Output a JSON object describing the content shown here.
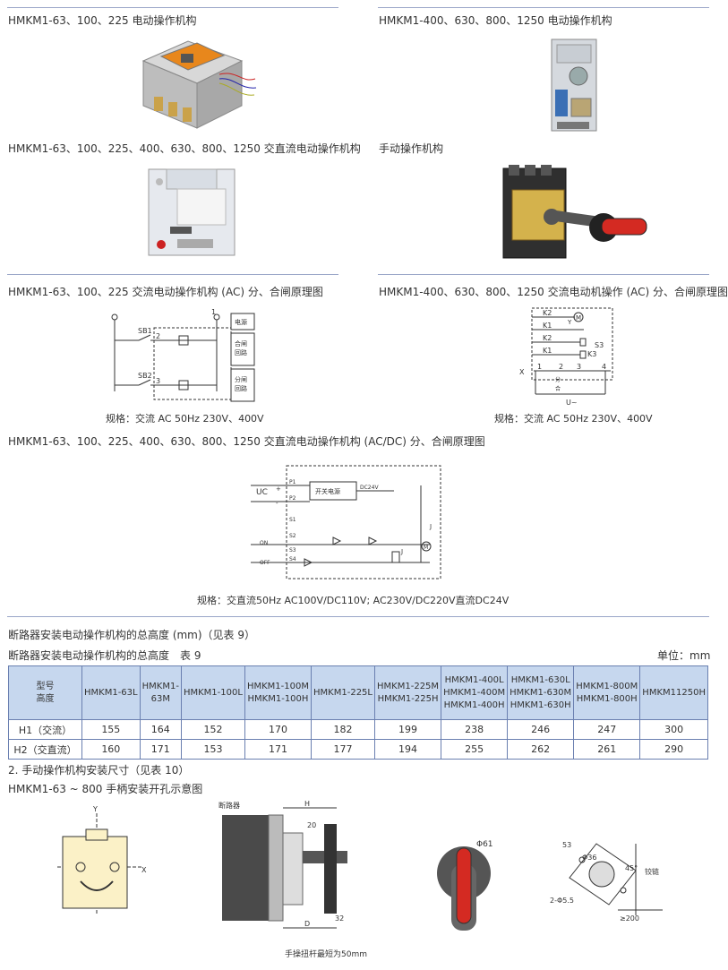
{
  "sections": {
    "s1_left_title": "HMKM1-63、100、225 电动操作机构",
    "s1_right_title": "HMKM1-400、630、800、1250 电动操作机构",
    "s2_left_title": "HMKM1-63、100、225、400、630、800、1250 交直流电动操作机构",
    "s2_right_title": "手动操作机构",
    "s3_left_title": "HMKM1-63、100、225 交流电动操作机构 (AC) 分、合闸原理图",
    "s3_right_title": "HMKM1-400、630、800、1250 交流电动机操作 (AC) 分、合闸原理图",
    "s3_left_spec": "规格：交流 AC 50Hz 230V、400V",
    "s3_right_spec": "规格：交流 AC 50Hz 230V、400V",
    "s4_title": "HMKM1-63、100、225、400、630、800、1250 交直流电动操作机构 (AC/DC) 分、合闸原理图",
    "s4_spec": "规格：交直流50Hz AC100V/DC110V; AC230V/DC220V直流DC24V"
  },
  "diagram1": {
    "sb1": "SB1",
    "sb2": "SB2",
    "n1": "1",
    "n2": "2",
    "n3": "3",
    "box_power": "电源",
    "box_close_1": "合闸",
    "box_close_2": "回路",
    "box_open_1": "分闸",
    "box_open_2": "回路"
  },
  "diagram2": {
    "k2a": "K2",
    "k1a": "K1",
    "k2b": "K2",
    "k1b": "K1",
    "m": "M",
    "y": "Y",
    "s3": "S3",
    "k3": "K3",
    "x": "X",
    "p1": "1",
    "p2": "2",
    "p3": "3",
    "p4": "4",
    "u": "U~",
    "sb_open": "分",
    "sb_close": "合"
  },
  "diagram3": {
    "uc": "UC",
    "plus": "+",
    "minus": "-",
    "psu": "开关电源",
    "dc24": "DC24V",
    "p1": "P1",
    "p2": "P2",
    "s1": "S1",
    "s2": "S2",
    "s3": "S3",
    "s4": "S4",
    "on": "ON",
    "off": "OFF",
    "j1": "J",
    "j2": "J",
    "m": "M"
  },
  "table9": {
    "heading": "断路器安装电动操作机构的总高度 (mm)（见表 9）",
    "caption": "断路器安装电动操作机构的总高度　表 9",
    "unit": "单位：mm",
    "header_label_1": "型号",
    "header_label_2": "高度",
    "columns": [
      [
        "HMKM1-63L"
      ],
      [
        "HMKM1-",
        "63M"
      ],
      [
        "HMKM1-100L"
      ],
      [
        "HMKM1-100M",
        "HMKM1-100H"
      ],
      [
        "HMKM1-225L"
      ],
      [
        "HMKM1-225M",
        "HMKM1-225H"
      ],
      [
        "HMKM1-400L",
        "HMKM1-400M",
        "HMKM1-400H"
      ],
      [
        "HMKM1-630L",
        "HMKM1-630M",
        "HMKM1-630H"
      ],
      [
        "HMKM1-800M",
        "HMKM1-800H"
      ],
      [
        "HMKM11250H"
      ]
    ],
    "rows": [
      {
        "label": "H1（交流）",
        "values": [
          "155",
          "164",
          "152",
          "170",
          "182",
          "199",
          "238",
          "246",
          "247",
          "300"
        ]
      },
      {
        "label": "H2（交直流）",
        "values": [
          "160",
          "171",
          "153",
          "171",
          "177",
          "194",
          "255",
          "262",
          "261",
          "290"
        ]
      }
    ]
  },
  "section_manual": {
    "heading": "2. 手动操作机构安装尺寸（见表 10）",
    "subheading": "HMKM1-63 ~ 800 手柄安装开孔示意图",
    "y": "Y",
    "x": "X",
    "breaker": "断路器",
    "h": "H",
    "d20": "20",
    "d32": "32",
    "d": "D",
    "handle_note": "手操扭杆最短为50mm",
    "phi61": "Φ61",
    "d53": "53",
    "phi36": "Φ36",
    "d45": "45°",
    "hinge": "铰链",
    "holes": "2-Φ5.5",
    "ge200": "≥200"
  },
  "colors": {
    "rule": "#9aa6c8",
    "table_header": "#c6d7ee",
    "table_border": "#6a7fb0",
    "handle_red": "#d42a22"
  }
}
